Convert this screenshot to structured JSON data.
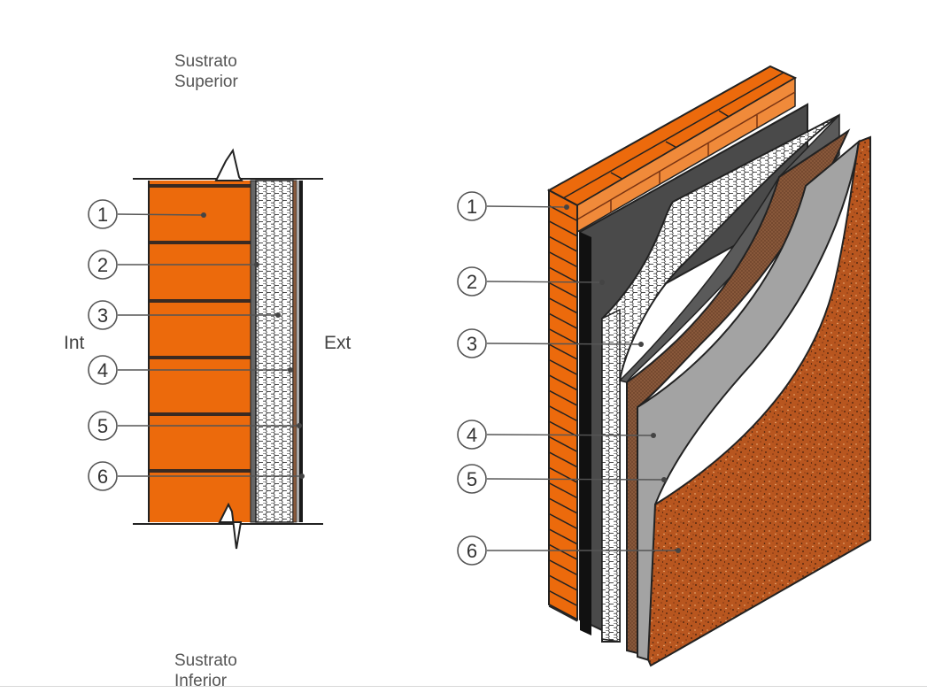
{
  "substrate": {
    "top_line1": "Sustrato",
    "top_line2": "Superior",
    "bottom_line1": "Sustrato",
    "bottom_line2": "Inferior"
  },
  "sides": {
    "interior": "Int",
    "exterior": "Ext"
  },
  "section_callouts": [
    "1",
    "2",
    "3",
    "4",
    "5",
    "6"
  ],
  "axon_callouts": [
    "1",
    "2",
    "3",
    "4",
    "5",
    "6"
  ],
  "colors": {
    "brick": "#ec6a0c",
    "brick_light": "#f08a3a",
    "mortar": "#3a2a22",
    "adhesive": "#5e5e5e",
    "mesh": "#7f5238",
    "base_coat": "#a3a3a3",
    "finish": "#b55a2a",
    "outline": "#222222"
  }
}
